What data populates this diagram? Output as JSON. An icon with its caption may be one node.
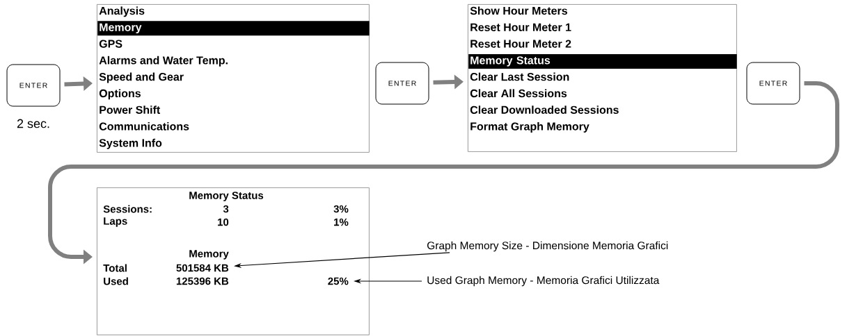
{
  "diagram": {
    "nodes": [
      {
        "text": [
          "ENTER"
        ],
        "beside": [
          "2 sec."
        ]
      },
      {
        "text": [
          "Analysis",
          "Memory",
          "GPS",
          "Alarms and Water Temp.",
          "Speed and Gear",
          "Options",
          "Power Shift",
          "Communications",
          "System Info"
        ]
      },
      {
        "text": [
          "ENTER"
        ]
      },
      {
        "text": [
          "Show Hour Meters",
          "Reset Hour Meter 1",
          "Reset Hour Meter 2",
          "Memory Status",
          "Clear Last Session",
          "Clear All Sessions",
          "Clear Downloaded Sessions",
          "Format Graph Memory"
        ]
      },
      {
        "text": [
          "ENTER"
        ]
      },
      {
        "text": [
          "Memory Status",
          "Sessions:",
          "3",
          "3%",
          "Laps",
          "10",
          "1%",
          "Memory",
          "Total",
          "Used",
          "125396 KB"
        ]
      },
      {
        "text": [
          "501584 KB"
        ],
        "in": 5
      },
      {
        "text": [
          "25%"
        ],
        "in": 5
      },
      {
        "text": [
          "Graph Memory Size - Dimensione Memoria Grafici"
        ]
      },
      {
        "text": [
          "Used Graph Memory - Memoria Grafici Utilizzata"
        ]
      }
    ],
    "edges": [
      {
        "from": 0,
        "to": 1,
        "arrow": "to"
      },
      {
        "from": 2,
        "to": 3,
        "arrow": "to"
      },
      {
        "from": 4,
        "to": 5,
        "arrow": "to"
      },
      {
        "from": 8,
        "to": 6,
        "arrow": "to",
        "color": "#000000"
      },
      {
        "from": 9,
        "to": 7,
        "arrow": "to",
        "color": "#000000"
      }
    ]
  }
}
